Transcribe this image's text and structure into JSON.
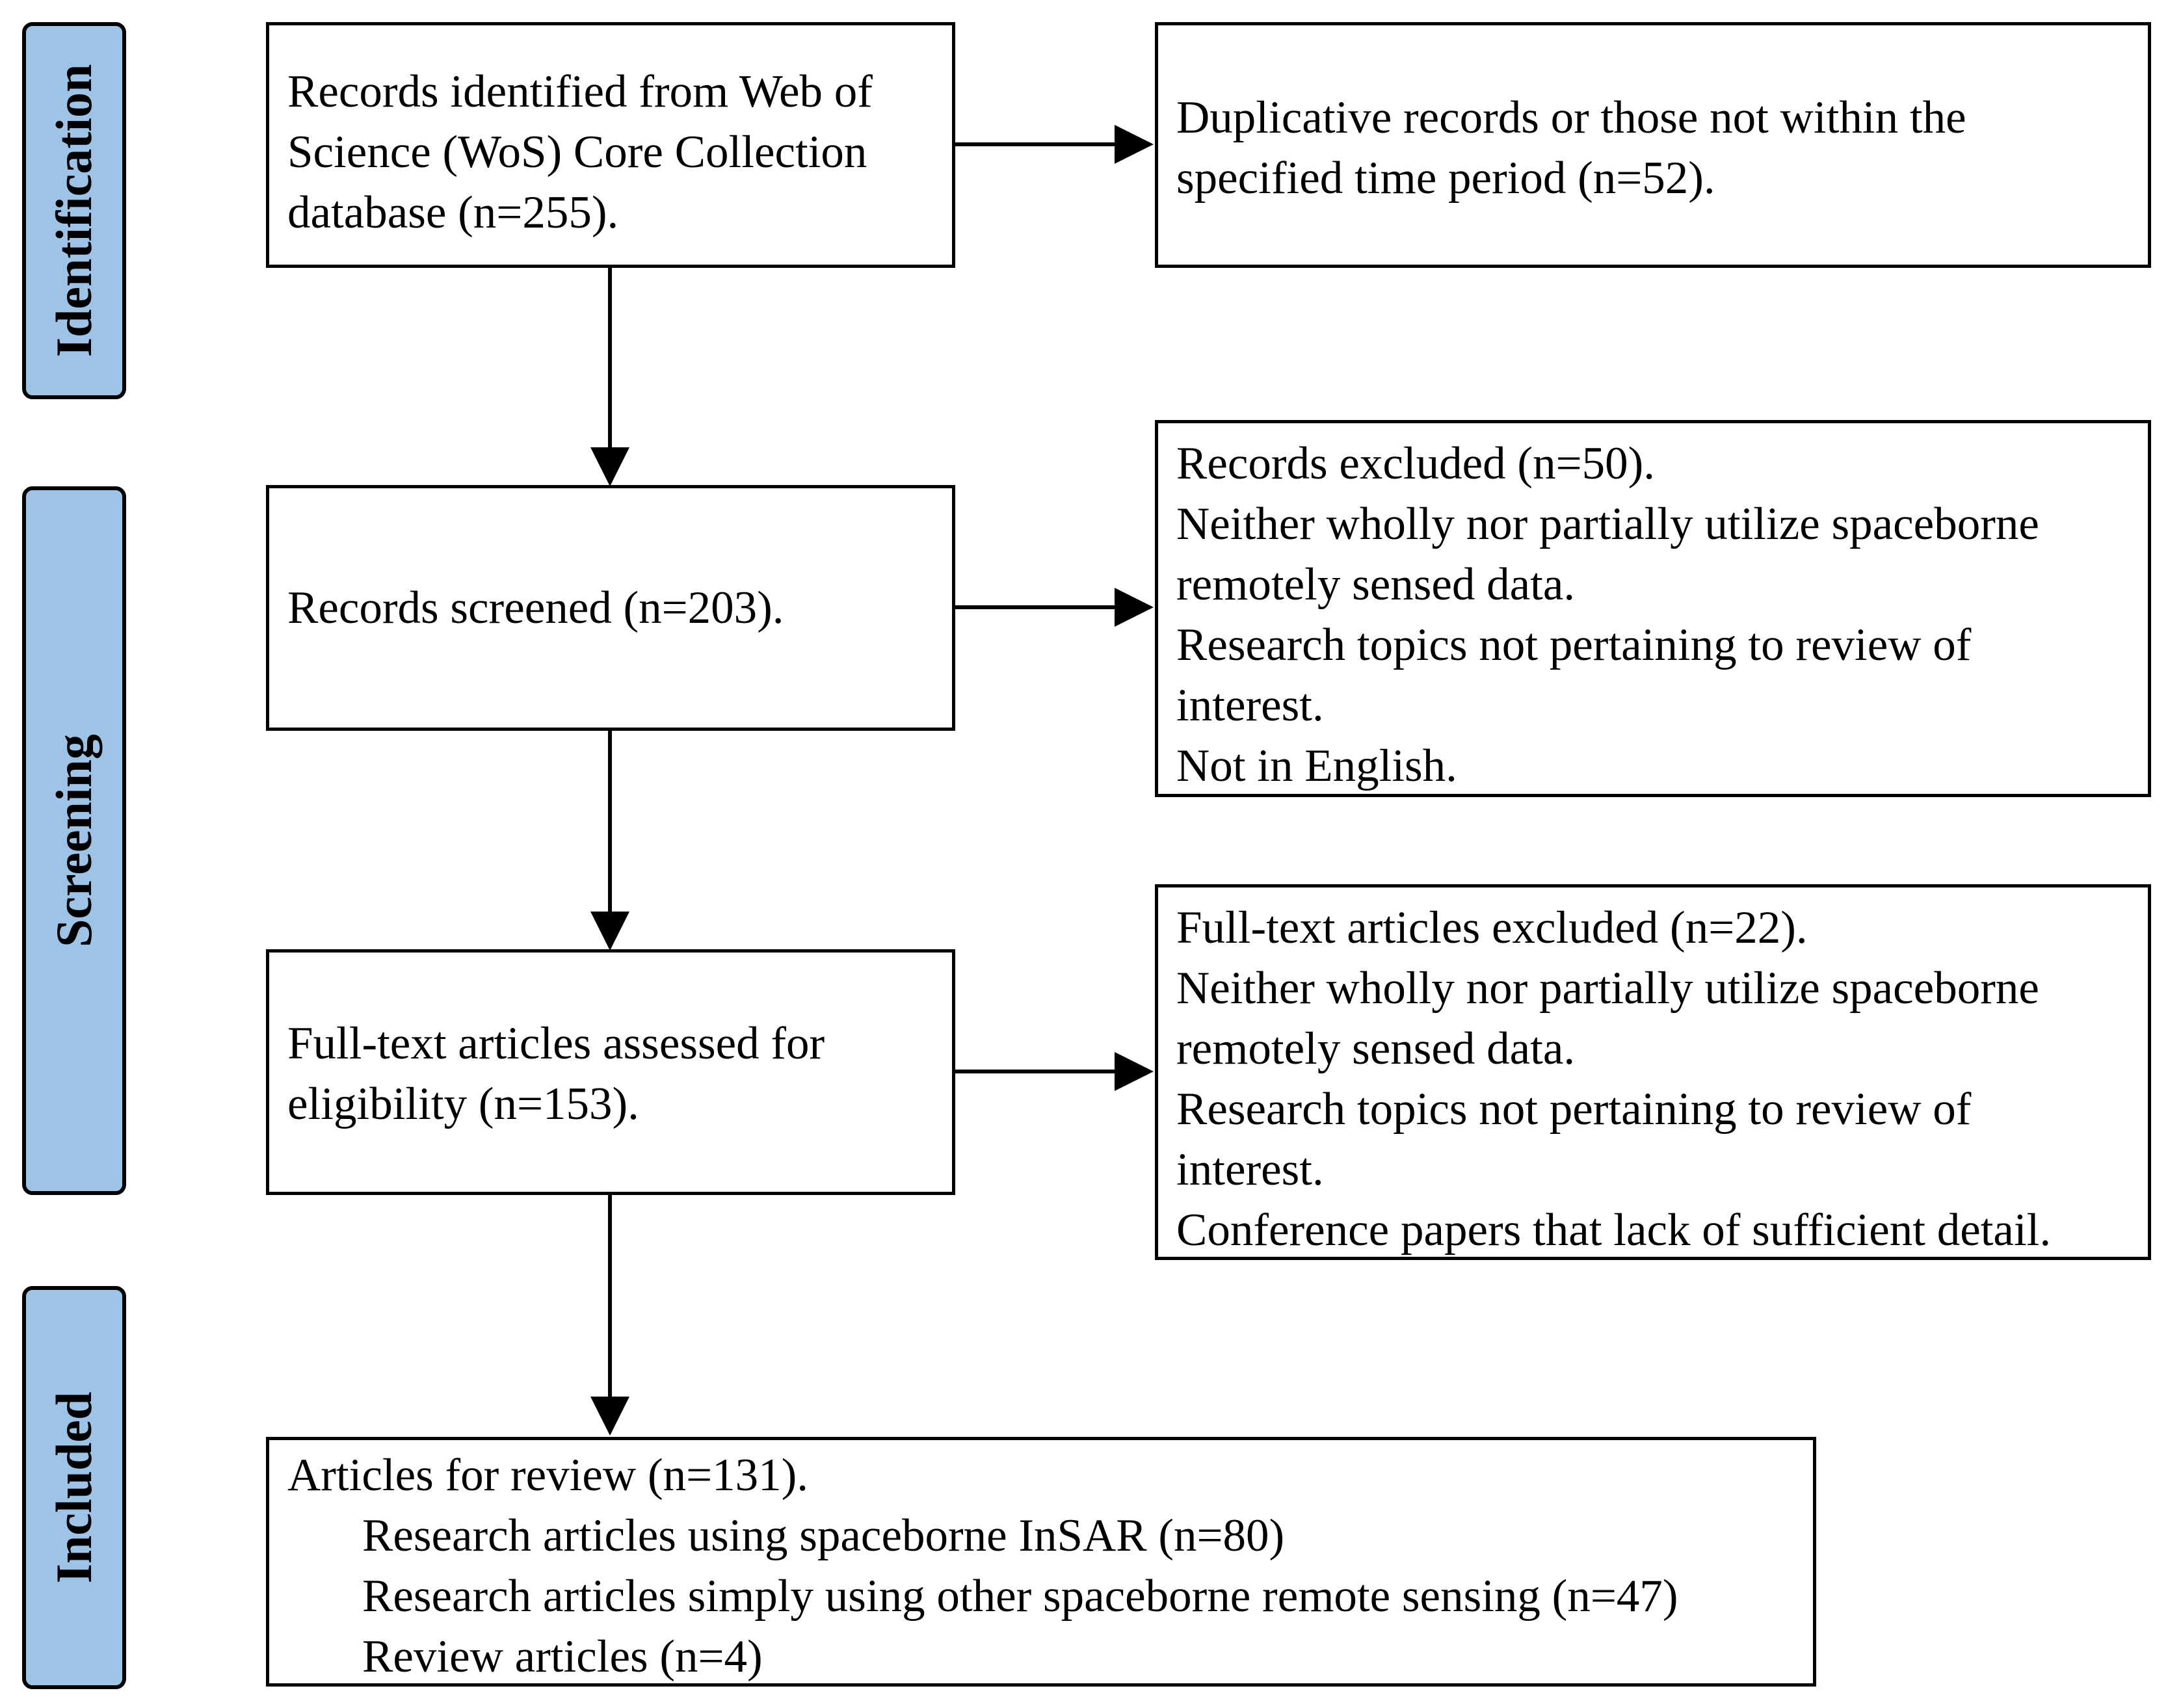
{
  "stages": {
    "identification": "Identification",
    "screening": "Screening",
    "included": "Included"
  },
  "boxes": {
    "identified": [
      "Records identified from Web of",
      "Science (WoS) Core Collection",
      "database (n=255)."
    ],
    "duplicates": [
      "Duplicative records or those not within the",
      "specified time period (n=52)."
    ],
    "screened": [
      "Records screened (n=203)."
    ],
    "excluded_records": [
      "Records excluded (n=50).",
      "Neither wholly nor partially utilize spaceborne",
      "remotely sensed data.",
      "Research topics not pertaining to review of",
      "interest.",
      "Not in English."
    ],
    "assessed": [
      "Full-text articles assessed for",
      "eligibility (n=153)."
    ],
    "excluded_fulltext": [
      "Full-text articles excluded (n=22).",
      "Neither wholly nor partially utilize spaceborne",
      "remotely sensed data.",
      "Research topics not pertaining to review of",
      "interest.",
      "Conference papers that lack of sufficient detail."
    ],
    "included": [
      "Articles for review (n=131).",
      "Research articles using spaceborne InSAR (n=80)",
      "Research articles simply using other spaceborne remote sensing (n=47)",
      "Review articles (n=4)"
    ]
  },
  "colors": {
    "stage_fill": "#9dc3e6",
    "stroke": "#000000",
    "box_fill": "#ffffff"
  }
}
